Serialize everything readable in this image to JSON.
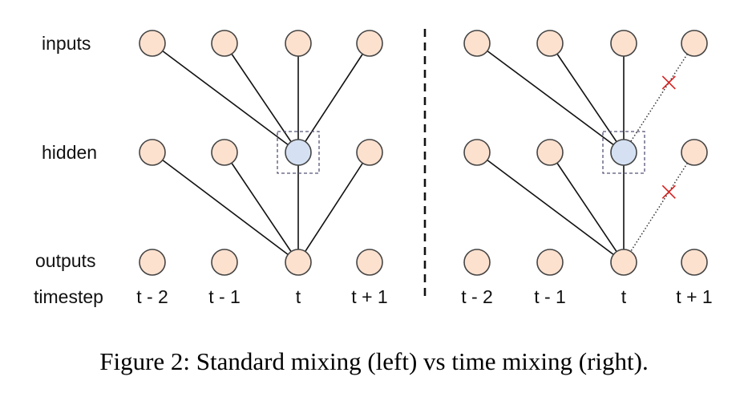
{
  "row_labels": {
    "inputs": "inputs",
    "hidden": "hidden",
    "outputs": "outputs",
    "timestep": "timestep"
  },
  "panels": [
    {
      "id": "standard-mixing",
      "timesteps": [
        "t - 2",
        "t - 1",
        "t",
        "t + 1"
      ],
      "focus_index": 2,
      "input_to_hidden": [
        0,
        1,
        2,
        3
      ],
      "hidden_to_output": [
        0,
        1,
        2,
        3
      ],
      "masked_edges": []
    },
    {
      "id": "time-mixing",
      "timesteps": [
        "t - 2",
        "t - 1",
        "t",
        "t + 1"
      ],
      "focus_index": 2,
      "input_to_hidden": [
        0,
        1,
        2
      ],
      "hidden_to_output": [
        0,
        1,
        2
      ],
      "masked_edges": [
        {
          "layer": "input_to_hidden",
          "from": 3
        },
        {
          "layer": "hidden_to_output",
          "from": 3
        }
      ]
    }
  ],
  "colors": {
    "node_fill": "#fde1cf",
    "focus_node_fill": "#d5e1f3",
    "mask_cross": "#d62020"
  },
  "caption": "Figure 2: Standard mixing (left) vs time mixing (right)."
}
